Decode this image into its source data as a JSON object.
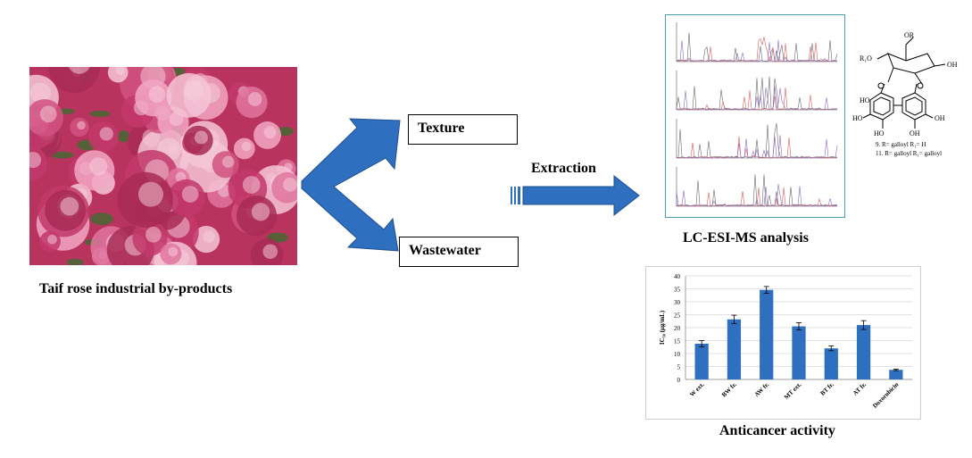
{
  "photo": {
    "caption": "Taif rose industrial by-products",
    "colors": {
      "petal_dark": "#c2386a",
      "petal_light": "#f2a7c3",
      "leaf": "#3f6b2f"
    }
  },
  "flow": {
    "texture_label": "Texture",
    "wastewater_label": "Wastewater",
    "extraction_label": "Extraction",
    "arrow_color": "#2e6fc0"
  },
  "lcms": {
    "caption": "LC-ESI-MS analysis",
    "trace_colors": [
      "#6b6b6b",
      "#d95f5f",
      "#8e6bbf"
    ]
  },
  "structure": {
    "substituent_or": "OR",
    "substituent_r1o": "R₁O",
    "ho_labels": [
      "HO",
      "HO",
      "HO"
    ],
    "oh_labels": [
      "OH",
      "OH",
      "OH"
    ],
    "compound_9": "9.  R= galloyl   R₁= H",
    "compound_11": "11. R= galloyl   R₁= galloyl"
  },
  "activity": {
    "caption": "Anticancer activity"
  },
  "chart_data": {
    "type": "bar",
    "categories": [
      "W ext.",
      "BW fr.",
      "AW fr.",
      "MT ext.",
      "BT fr.",
      "AT fr.",
      "Doxorubicin"
    ],
    "values": [
      13.8,
      23.2,
      34.6,
      20.5,
      12.0,
      21.0,
      3.7
    ],
    "errors": [
      1.2,
      1.6,
      1.3,
      1.4,
      0.9,
      1.7,
      0.3
    ],
    "ylabel": "IC₅₀ (μg/mL)",
    "ylim": [
      0,
      40
    ],
    "yticks": [
      0,
      5,
      10,
      15,
      20,
      25,
      30,
      35,
      40
    ],
    "grid": true,
    "bar_color": "#2e6fc0"
  }
}
